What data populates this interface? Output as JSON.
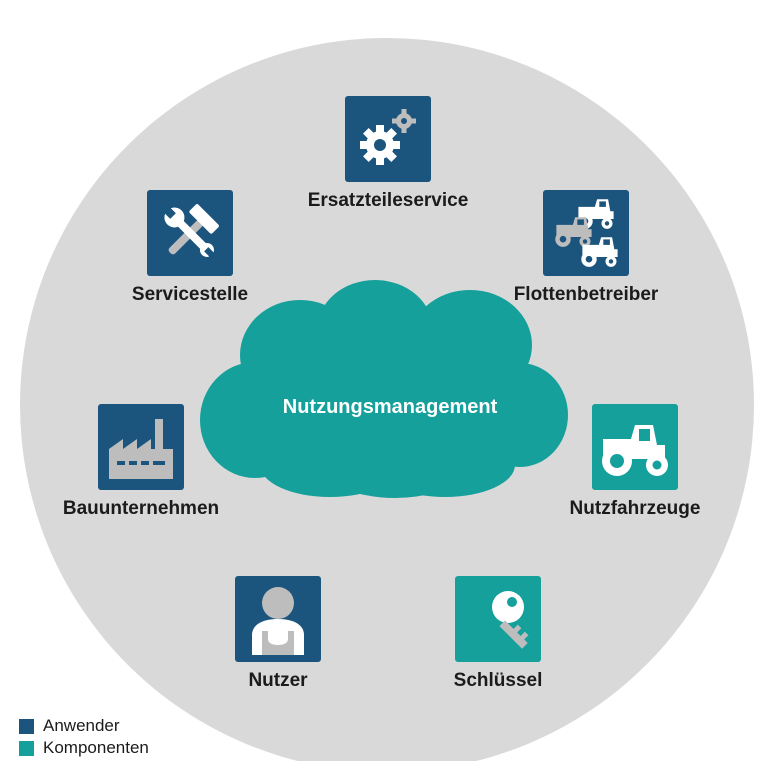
{
  "colors": {
    "background_circle": "#d9d9d9",
    "anwender": "#1b557d",
    "komponenten": "#15a09b",
    "cloud": "#15a09b",
    "icon_grey": "#bdbdbd",
    "icon_white": "#ffffff"
  },
  "center": {
    "label": "Nutzungsmanagement"
  },
  "nodes": [
    {
      "id": "ersatzteileservice",
      "label": "Ersatzteileservice",
      "category": "anwender",
      "icon": "gears-icon"
    },
    {
      "id": "servicestelle",
      "label": "Servicestelle",
      "category": "anwender",
      "icon": "wrench-hammer-icon"
    },
    {
      "id": "flottenbetreiber",
      "label": "Flottenbetreiber",
      "category": "anwender",
      "icon": "tractor-fleet-icon"
    },
    {
      "id": "bauunternehmen",
      "label": "Bauunternehmen",
      "category": "anwender",
      "icon": "factory-icon"
    },
    {
      "id": "nutzfahrzeuge",
      "label": "Nutzfahrzeuge",
      "category": "komponenten",
      "icon": "tractor-icon"
    },
    {
      "id": "nutzer",
      "label": "Nutzer",
      "category": "anwender",
      "icon": "user-icon"
    },
    {
      "id": "schluessel",
      "label": "Schlüssel",
      "category": "komponenten",
      "icon": "key-icon"
    }
  ],
  "legend": [
    {
      "label": "Anwender",
      "color": "#1b557d"
    },
    {
      "label": "Komponenten",
      "color": "#15a09b"
    }
  ]
}
